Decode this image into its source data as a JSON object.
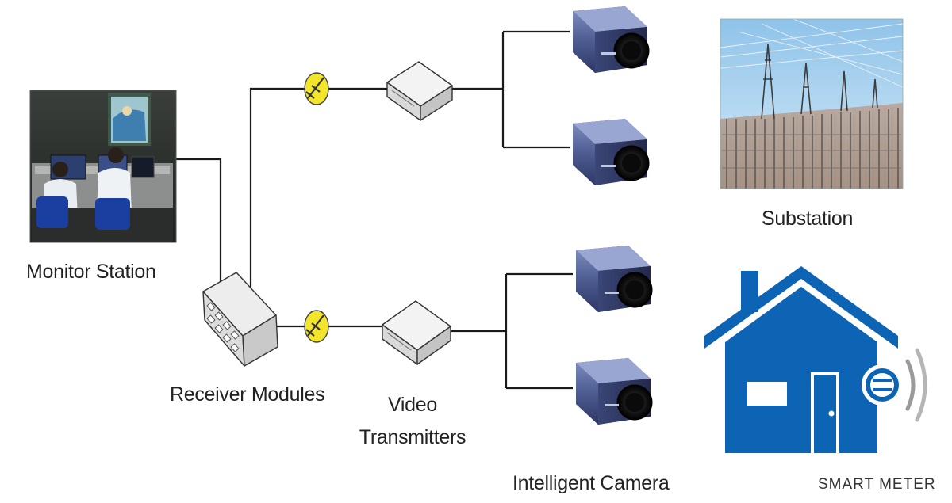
{
  "labels": {
    "monitor_station": "Monitor Station",
    "receiver_modules": "Receiver Modules",
    "video_line1": "Video",
    "video_line2": "Transmitters",
    "intelligent_camera": "Intelligent Camera",
    "substation": "Substation",
    "smart_meter": "SMART METER"
  },
  "colors": {
    "line": "#1a1a1a",
    "camera_body": "#4b5a8c",
    "house_blue": "#0e64b4",
    "connector_yellow": "#f2e52a"
  }
}
